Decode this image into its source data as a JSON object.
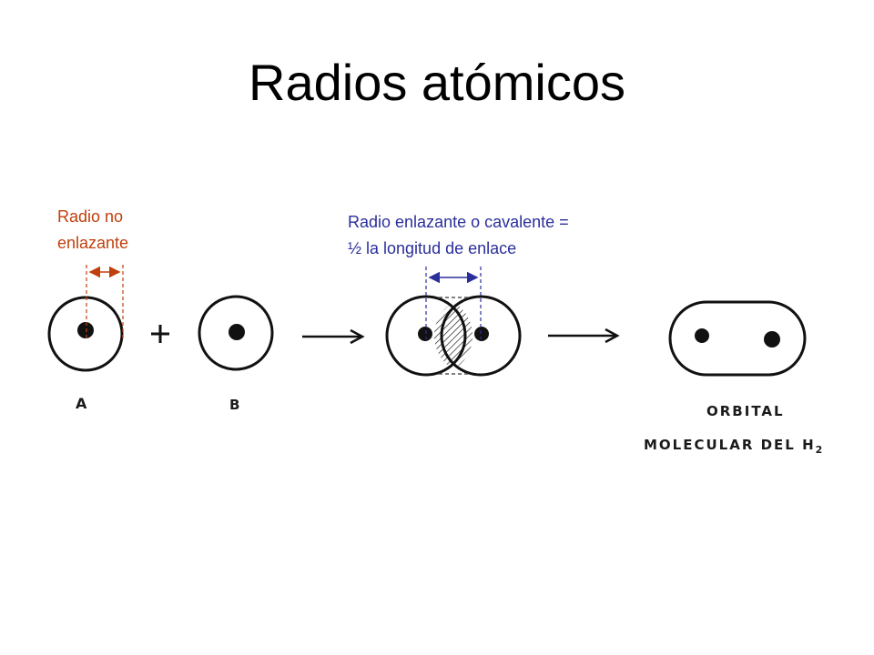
{
  "title": "Radios atómicos",
  "annotations": {
    "nonbonding": {
      "line1": "Radio no",
      "line2": "enlazante",
      "color": "#c0400c"
    },
    "bonding": {
      "line1": "Radio enlazante o cavalente =",
      "line2": "½ la longitud de enlace",
      "color": "#2b2f9a"
    }
  },
  "atoms": {
    "a_label": "A",
    "b_label": "B",
    "plus": "+"
  },
  "molecular_orbital": {
    "line1": "ORBITAL",
    "line2_text": "MOLECULAR DEL H",
    "line2_sub": "2"
  }
}
